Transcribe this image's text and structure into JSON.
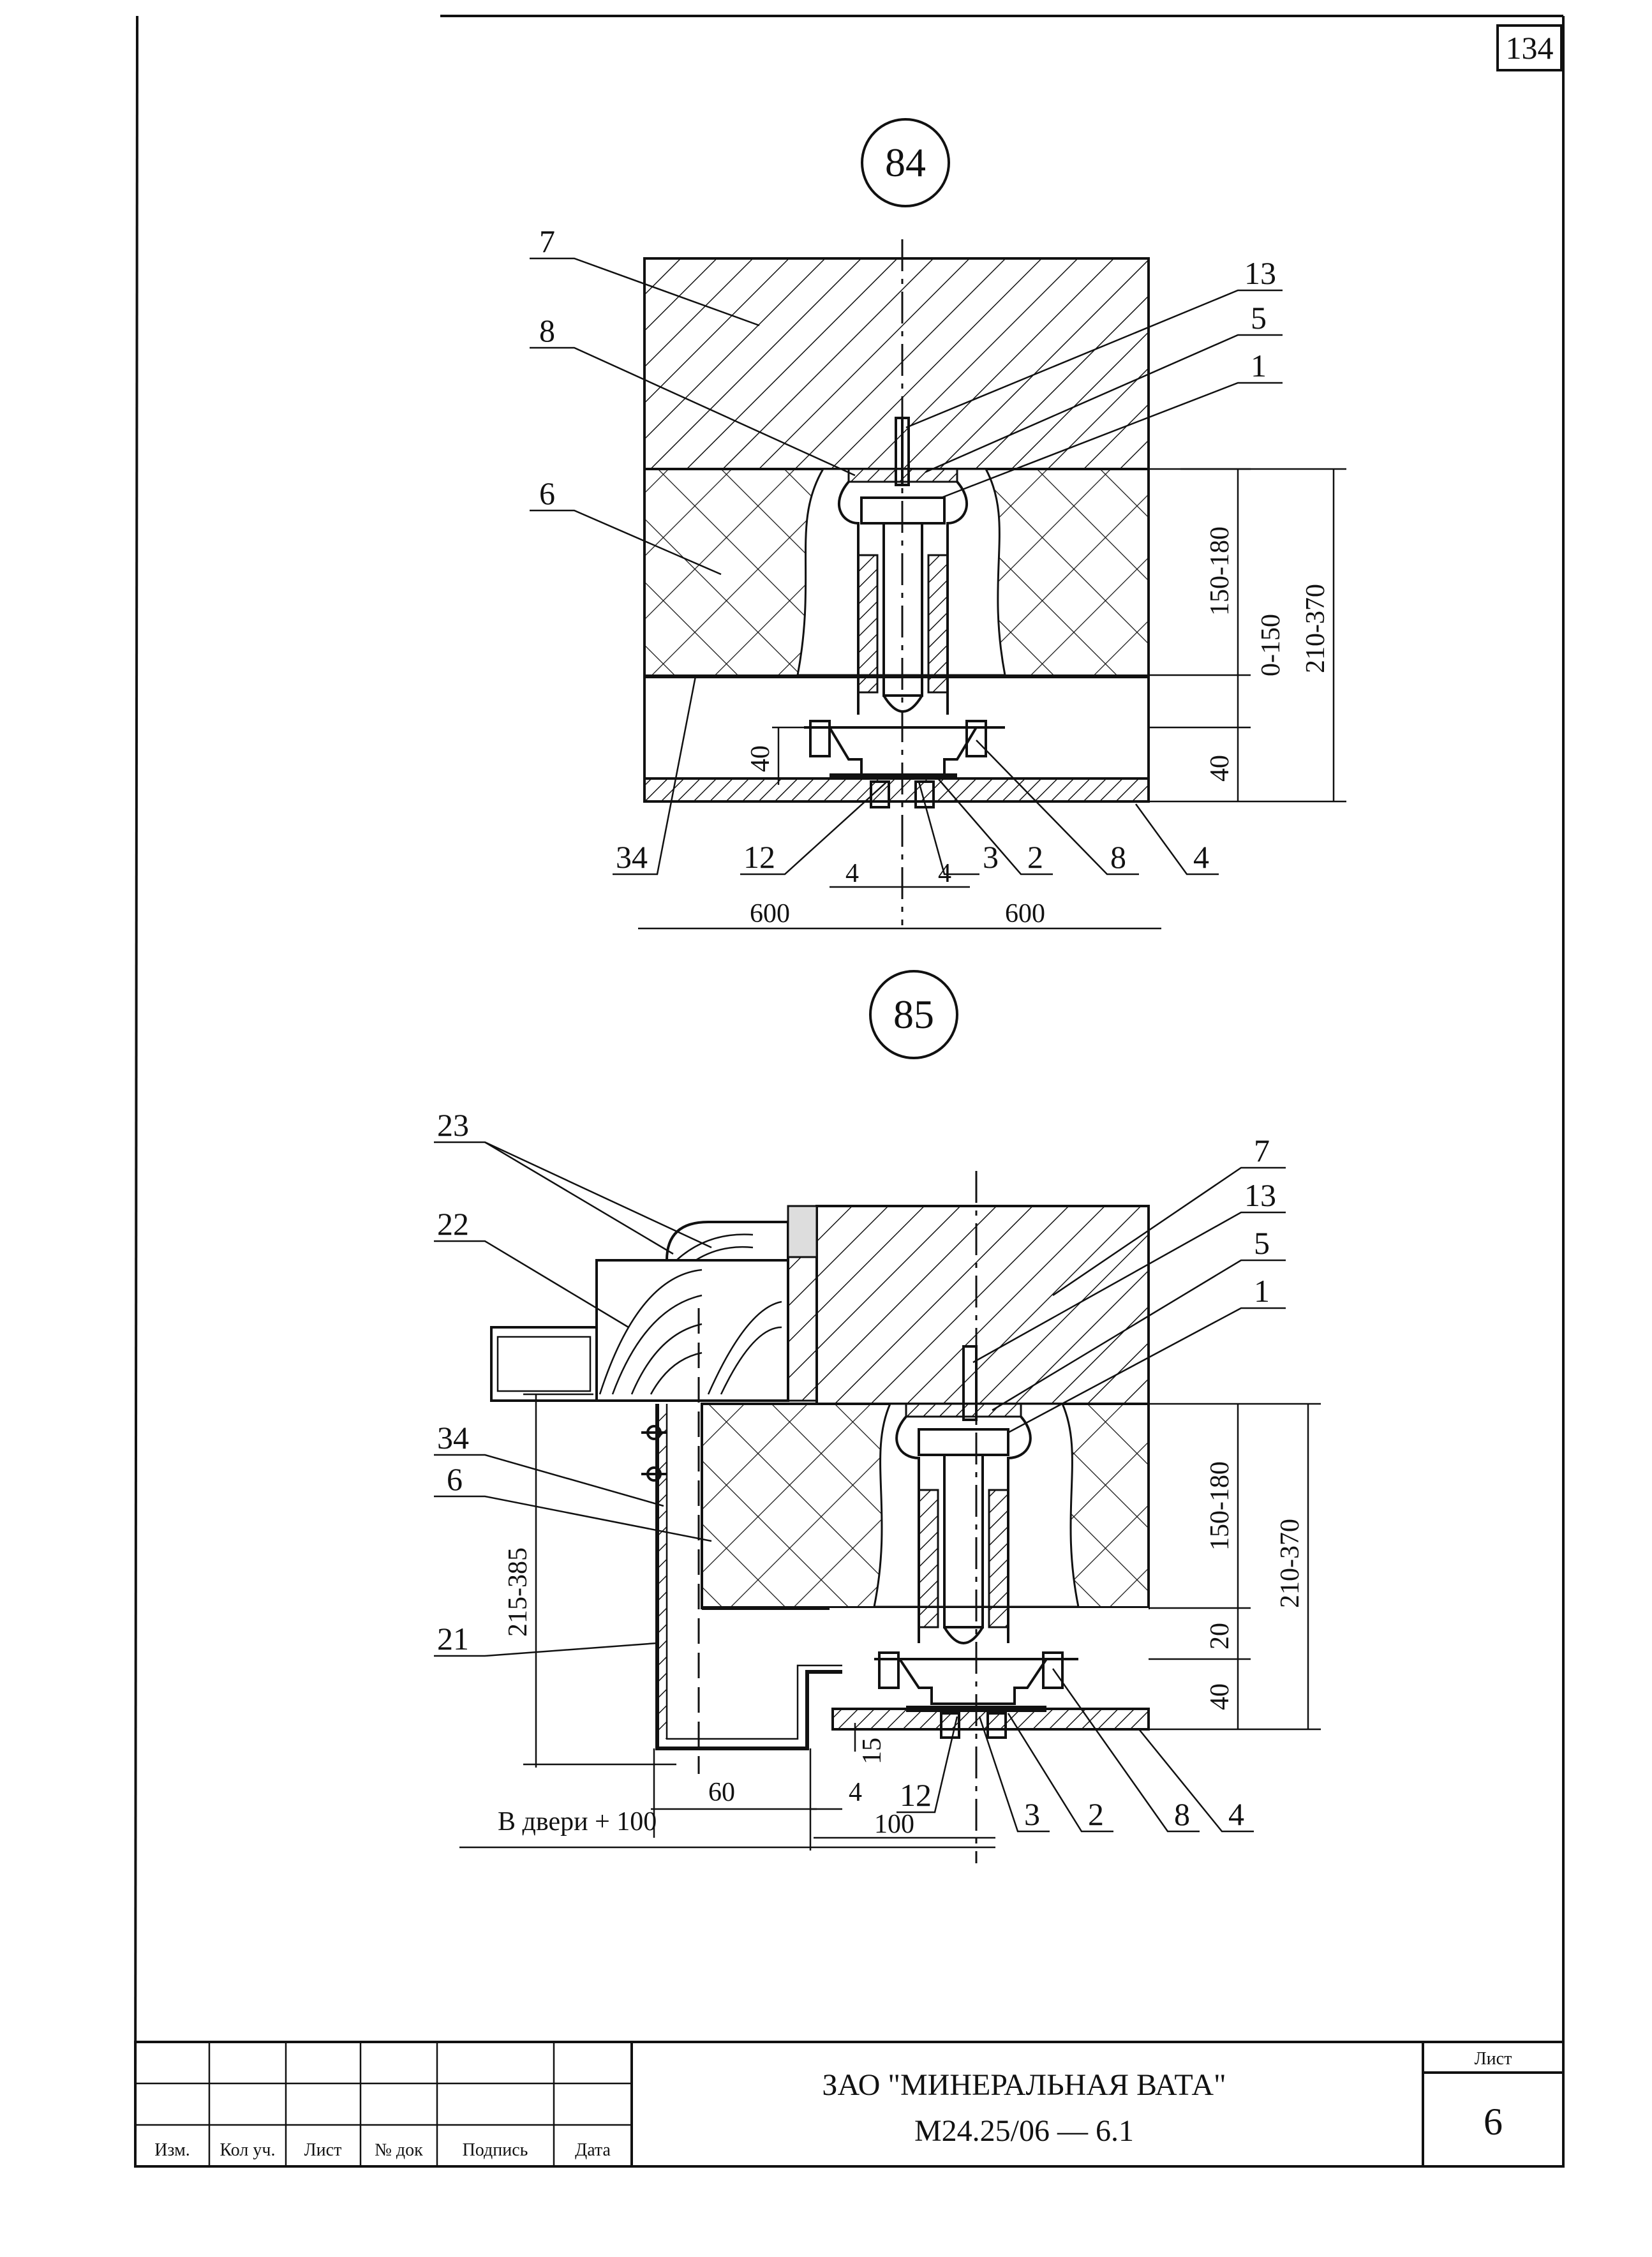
{
  "sheet_number_top": "134",
  "detail_84": {
    "id": "84",
    "callouts": [
      "7",
      "8",
      "6",
      "34",
      "13",
      "5",
      "1",
      "12",
      "3",
      "2",
      "8",
      "4"
    ],
    "dims": {
      "h1": "150-180",
      "h2": "0-150",
      "h3": "210-370",
      "h4": "40",
      "h5": "40",
      "w1": "4",
      "w2": "4",
      "w3": "600",
      "w4": "600"
    }
  },
  "detail_85": {
    "id": "85",
    "callouts": [
      "23",
      "22",
      "34",
      "6",
      "21",
      "7",
      "13",
      "5",
      "1",
      "12",
      "3",
      "2",
      "8",
      "4"
    ],
    "dims": {
      "h1": "150-180",
      "h2": "210-370",
      "h3": "20",
      "h4": "40",
      "h5": "215-385",
      "h6": "15",
      "w1": "60",
      "w2": "4",
      "w3": "100",
      "door": "В двери + 100"
    }
  },
  "title_block": {
    "company": "ЗАО \"МИНЕРАЛЬНАЯ ВАТА\"",
    "doc_code": "М24.25/06 — 6.1",
    "sheet_label": "Лист",
    "sheet_value": "6",
    "columns": [
      "Изм.",
      "Кол уч.",
      "Лист",
      "№ док",
      "Подпись",
      "Дата"
    ]
  }
}
